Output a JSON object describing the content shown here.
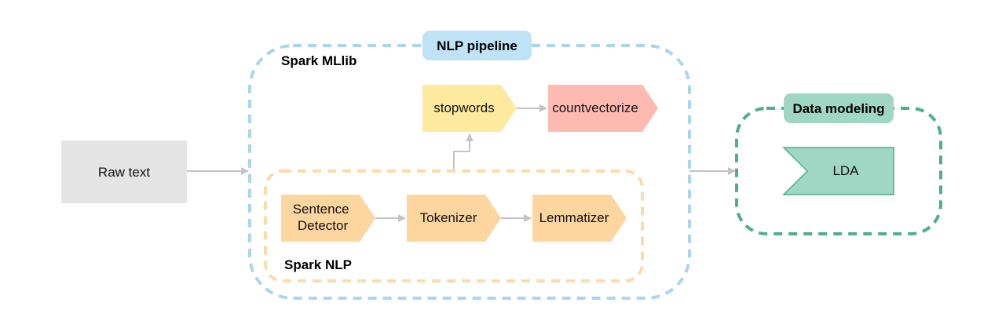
{
  "colors": {
    "mllib_border": "#a8d6ec",
    "nlp_border": "#fcdba9",
    "modeling_border": "#4fae8f",
    "pipeline_badge": "#bfe2f6",
    "modeling_badge": "#9fd6c4",
    "raw_text_fill": "#e4e4e4",
    "spark_nlp_step_fill": "#fdd59f",
    "stopwords_fill": "#fdea9f",
    "countvectorize_fill": "#fdbab0",
    "lda_fill": "#9fd6c4",
    "lda_stroke": "#4fae8f",
    "arrow": "#c4c4c4"
  },
  "groups": {
    "nlp_pipeline": "NLP pipeline",
    "spark_mllib": "Spark MLlib",
    "spark_nlp": "Spark NLP",
    "data_modeling": "Data modeling"
  },
  "nodes": {
    "raw_text": "Raw text",
    "sentence_detector": [
      "Sentence",
      "Detector"
    ],
    "tokenizer": "Tokenizer",
    "lemmatizer": "Lemmatizer",
    "stopwords": "stopwords",
    "countvectorize": "countvectorize",
    "lda": "LDA"
  }
}
